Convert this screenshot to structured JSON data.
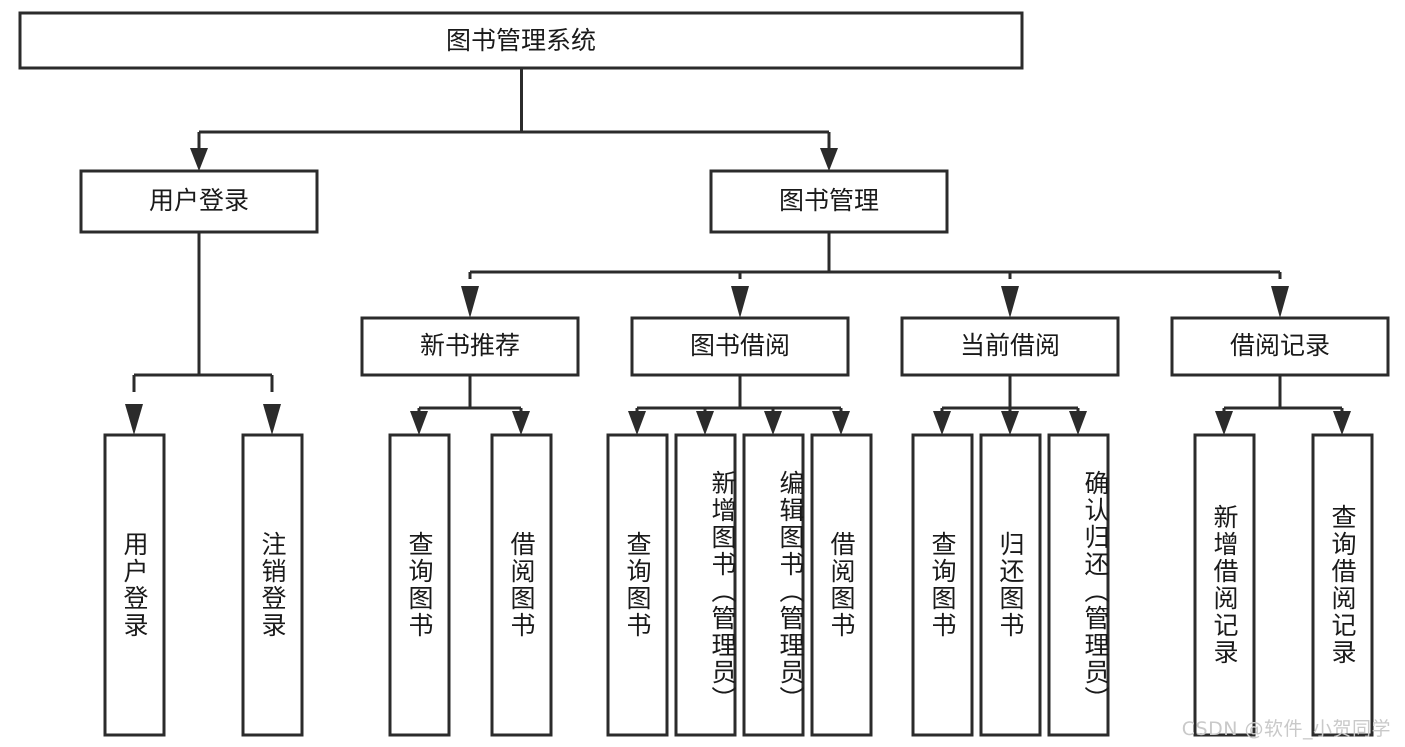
{
  "diagram": {
    "type": "tree",
    "orientation": "top-down",
    "title": "图书管理系统",
    "colors": {
      "box_stroke": "#2b2b2b",
      "box_fill": "#ffffff",
      "connector": "#2b2b2b",
      "text": "#1a1a1a",
      "watermark": "#c9c9c9",
      "background": "#ffffff"
    }
  },
  "root": {
    "label": "图书管理系统"
  },
  "level1": [
    {
      "label": "用户登录"
    },
    {
      "label": "图书管理"
    }
  ],
  "level2": [
    {
      "label": "新书推荐"
    },
    {
      "label": "图书借阅"
    },
    {
      "label": "当前借阅"
    },
    {
      "label": "借阅记录"
    }
  ],
  "leaves": {
    "user_login": [
      {
        "label": "用户登录"
      },
      {
        "label": "注销登录"
      }
    ],
    "new_book_recommend": [
      {
        "label": "查询图书"
      },
      {
        "label": "借阅图书"
      }
    ],
    "book_borrow": [
      {
        "label": "查询图书"
      },
      {
        "label": "新增图书（管理员）"
      },
      {
        "label": "编辑图书（管理员）"
      },
      {
        "label": "借阅图书"
      }
    ],
    "current_borrow": [
      {
        "label": "查询图书"
      },
      {
        "label": "归还图书"
      },
      {
        "label": "确认归还（管理员）"
      }
    ],
    "borrow_record": [
      {
        "label": "新增借阅记录"
      },
      {
        "label": "查询借阅记录"
      }
    ]
  },
  "watermark": {
    "text": "CSDN @软件_小贺同学"
  }
}
